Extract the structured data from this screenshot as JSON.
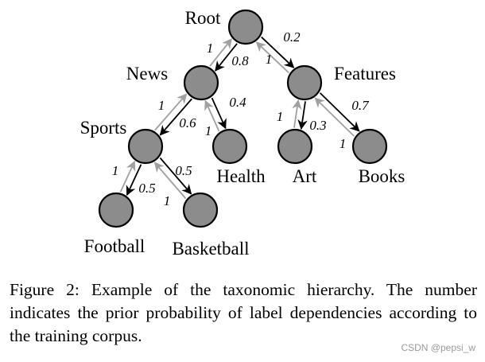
{
  "diagram": {
    "nodes": [
      {
        "id": "root",
        "label": "Root"
      },
      {
        "id": "news",
        "label": "News"
      },
      {
        "id": "features",
        "label": "Features"
      },
      {
        "id": "sports",
        "label": "Sports"
      },
      {
        "id": "health",
        "label": "Health"
      },
      {
        "id": "art",
        "label": "Art"
      },
      {
        "id": "books",
        "label": "Books"
      },
      {
        "id": "football",
        "label": "Football"
      },
      {
        "id": "basketball",
        "label": "Basketball"
      }
    ],
    "edges": [
      {
        "parent": "root",
        "child": "news",
        "down_weight": "0.8",
        "up_weight": "1"
      },
      {
        "parent": "root",
        "child": "features",
        "down_weight": "0.2",
        "up_weight": "1"
      },
      {
        "parent": "news",
        "child": "sports",
        "down_weight": "0.6",
        "up_weight": "1"
      },
      {
        "parent": "news",
        "child": "health",
        "down_weight": "0.4",
        "up_weight": "1"
      },
      {
        "parent": "features",
        "child": "art",
        "down_weight": "0.3",
        "up_weight": "1"
      },
      {
        "parent": "features",
        "child": "books",
        "down_weight": "0.7",
        "up_weight": "1"
      },
      {
        "parent": "sports",
        "child": "football",
        "down_weight": "0.5",
        "up_weight": "1"
      },
      {
        "parent": "sports",
        "child": "basketball",
        "down_weight": "0.5",
        "up_weight": "1"
      }
    ],
    "colors": {
      "node_fill": "#8c8c8c",
      "down_edge": "#000000",
      "up_edge": "#a0a0a0"
    }
  },
  "caption": "Figure 2: Example of the taxonomic hierarchy. The number indicates the prior probability of label dependencies according to the training corpus.",
  "watermark": "CSDN @pepsi_w"
}
